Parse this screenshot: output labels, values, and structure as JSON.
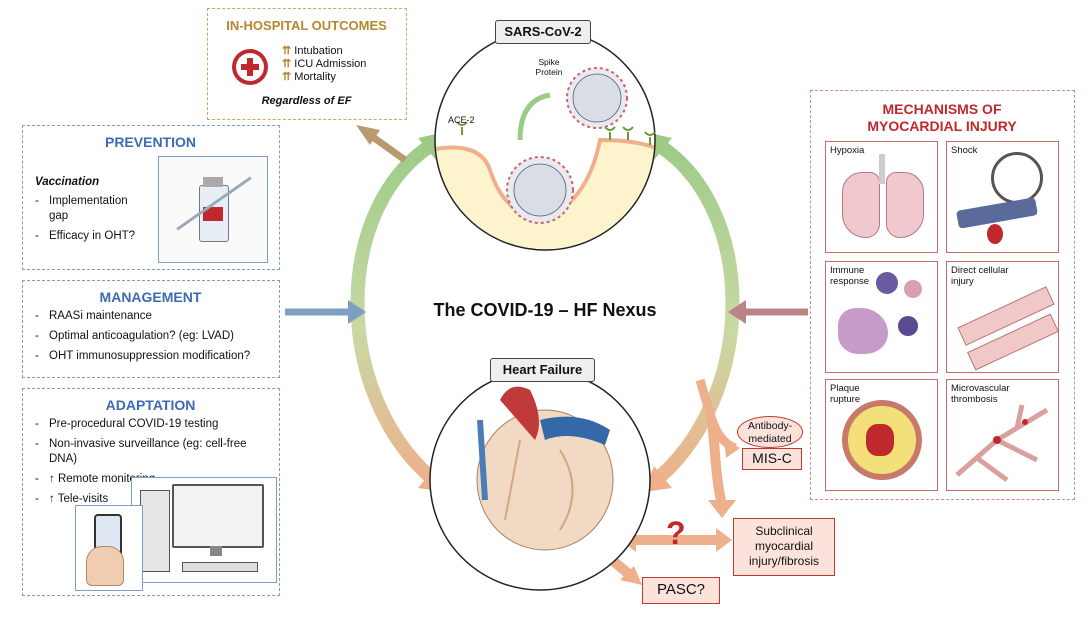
{
  "center_title": "The COVID-19 – HF Nexus",
  "outcomes": {
    "title": "IN-HOSPITAL OUTCOMES",
    "items": [
      "Intubation",
      "ICU Admission",
      "Mortality"
    ],
    "footer": "Regardless of EF"
  },
  "prevention": {
    "title": "PREVENTION",
    "heading": "Vaccination",
    "items": [
      "Implementation gap",
      "Efficacy in OHT?"
    ]
  },
  "management": {
    "title": "MANAGEMENT",
    "items": [
      "RAASi maintenance",
      "Optimal anticoagulation? (eg: LVAD)",
      "OHT immunosuppression modification?"
    ]
  },
  "adaptation": {
    "title": "ADAPTATION",
    "items": [
      "Pre-procedural COVID-19 testing",
      "Non-invasive surveillance (eg: cell-free DNA)",
      "↑ Remote monitoring",
      "↑ Tele-visits"
    ]
  },
  "sars": {
    "title": "SARS-CoV-2",
    "spike": "Spike Protein",
    "ace2": "ACE-2"
  },
  "hf": {
    "title": "Heart Failure"
  },
  "mechanisms": {
    "title_line1": "MECHANISMS OF",
    "title_line2": "MYOCARDIAL INJURY",
    "cells": [
      "Hypoxia",
      "Shock",
      "Immune response",
      "Direct cellular injury",
      "Plaque rupture",
      "Microvascular thrombosis"
    ]
  },
  "antibody": "Antibody-mediated",
  "misc": "MIS-C",
  "subclinical": "Subclinical myocardial injury/fibrosis",
  "pasc": "PASC?",
  "question": "?",
  "colors": {
    "green": "#9ccb86",
    "orange": "#eeb08a",
    "blue": "#7f9ec2",
    "red": "#c0282e",
    "gold": "#b8862e"
  }
}
